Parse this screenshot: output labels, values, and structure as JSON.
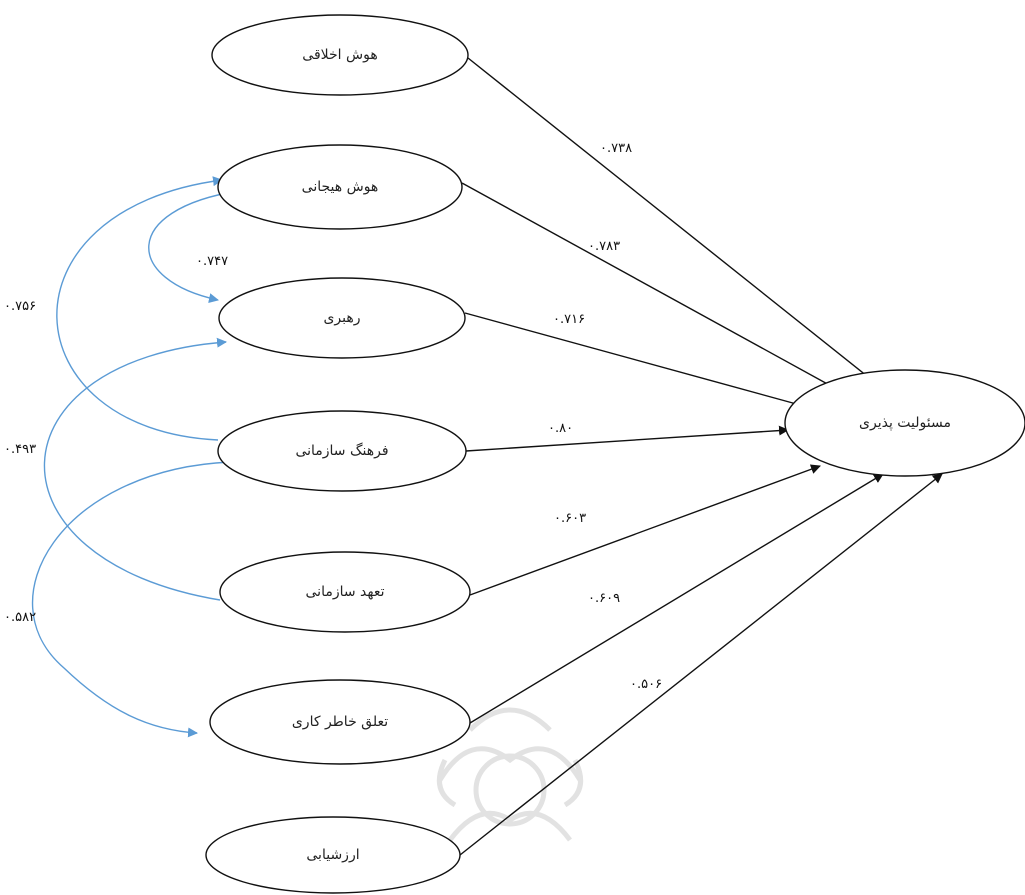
{
  "nodes": {
    "moral_intelligence": "هوش اخلاقی",
    "emotional_intelligence": "هوش هیجانی",
    "leadership": "رهبری",
    "organizational_culture": "فرهنگ سازمانی",
    "organizational_commitment": "تعهد سازمانی",
    "work_engagement": "تعلق خاطر کاری",
    "evaluation": "ارزشیابی",
    "responsibility": "مسئولیت پذیری"
  },
  "path_coefficients": {
    "moral_intelligence": "۰.۷۳۸",
    "emotional_intelligence": "۰.۷۸۳",
    "leadership": "۰.۷۱۶",
    "organizational_culture": "۰.۸۰",
    "organizational_commitment": "۰.۶۰۳",
    "work_engagement": "۰.۶۰۹",
    "evaluation": "۰.۵۰۶"
  },
  "correlations": {
    "emotional_leadership": "۰.۷۴۷",
    "emotional_culture": "۰.۷۵۶",
    "leadership_commitment": "۰.۴۹۳",
    "culture_engagement": "۰.۵۸۲"
  },
  "colors": {
    "path": "#111111",
    "correlation": "#5b9bd5",
    "watermark": "#e2e2e2"
  }
}
